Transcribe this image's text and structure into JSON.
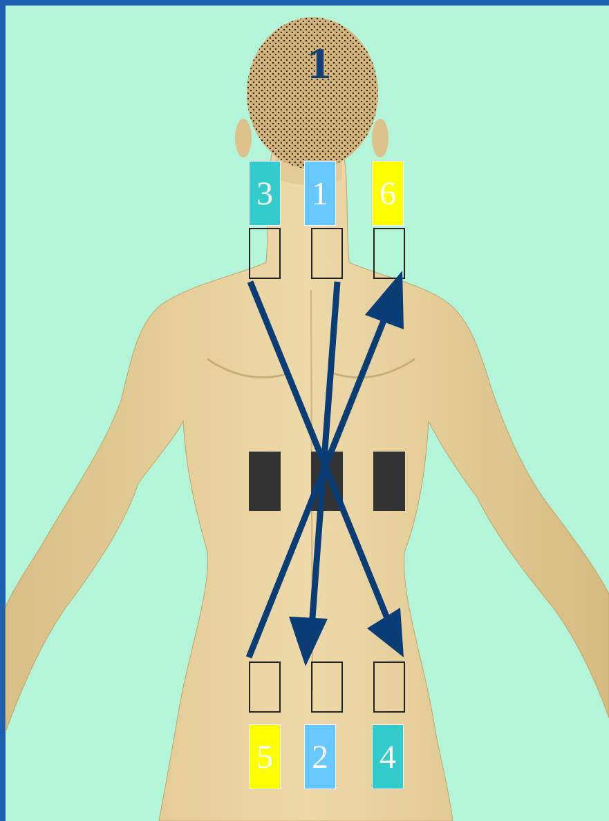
{
  "diagram_number": "1",
  "colors": {
    "background": "#b4f5da",
    "frame": "#1f5fb0",
    "skin": "#e6cf9c",
    "arrow": "#0a3d75",
    "teal": "#33cccc",
    "light_blue": "#66c8ff",
    "yellow": "#ffff00",
    "dark_pad": "#333333"
  },
  "electrodes": {
    "top": [
      {
        "label": "3",
        "color": "#33cccc"
      },
      {
        "label": "1",
        "color": "#66c8ff"
      },
      {
        "label": "6",
        "color": "#ffff00"
      }
    ],
    "bottom": [
      {
        "label": "5",
        "color": "#ffff00"
      },
      {
        "label": "2",
        "color": "#66c8ff"
      },
      {
        "label": "4",
        "color": "#33cccc"
      }
    ]
  },
  "arrows": [
    {
      "from": "3",
      "to": "4"
    },
    {
      "from": "1",
      "to": "2"
    },
    {
      "from": "5",
      "to": "6"
    }
  ],
  "icons": {
    "figure": "human-back-figure-icon",
    "arrowhead": "arrow-head-icon"
  }
}
